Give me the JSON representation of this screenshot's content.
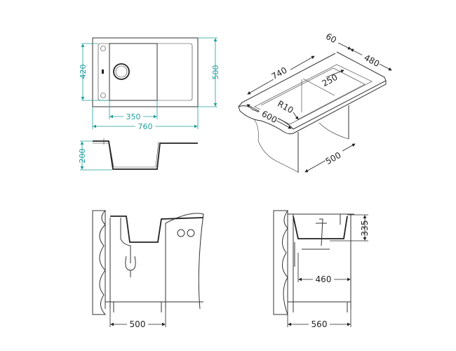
{
  "colors": {
    "dimension": "#1f9e9e",
    "line": "#333333"
  },
  "top_view": {
    "dim_bowl_depth": "420",
    "dim_width": "760",
    "dim_bowl_width": "350",
    "dim_depth": "500"
  },
  "section_view": {
    "dim_height": "200"
  },
  "iso_view": {
    "dim_cutout_length": "740",
    "dim_edge": "60",
    "dim_cutout_depth": "480",
    "dim_bowl": "250",
    "dim_radius": "R10",
    "dim_counter_depth": "600",
    "dim_cabinet": "500"
  },
  "front_install_view": {
    "dim_cabinet_width": "500"
  },
  "side_install_view": {
    "dim_cabinet_width": "560",
    "dim_drain_offset": "460",
    "dim_drain_height": "335"
  }
}
